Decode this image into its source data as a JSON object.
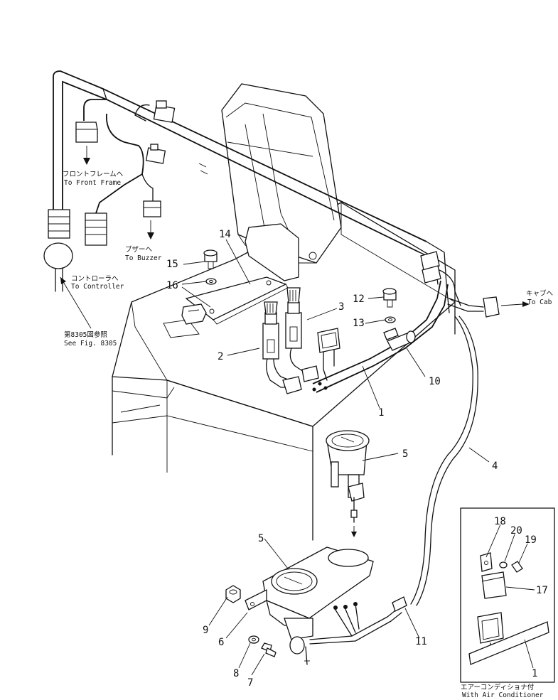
{
  "figure": {
    "labels": {
      "front_frame": {
        "jp": "フロントフレームへ",
        "en": "To Front Frame"
      },
      "buzzer": {
        "jp": "ブザーへ",
        "en": "To Buzzer"
      },
      "controller": {
        "jp": "コントローラへ",
        "en": "To Controller"
      },
      "see_fig": {
        "jp": "第8305図参照",
        "en": "See Fig. 8305"
      },
      "cab": {
        "jp": "キャブへ",
        "en": "To Cab"
      },
      "air_conditioner": {
        "jp": "エアーコンディショナ付",
        "en": "With Air Conditioner"
      }
    },
    "part_numbers": {
      "p1a": "1",
      "p1b": "1",
      "p2": "2",
      "p3": "3",
      "p4": "4",
      "p5a": "5",
      "p5b": "5",
      "p6": "6",
      "p7": "7",
      "p8": "8",
      "p9": "9",
      "p10": "10",
      "p11": "11",
      "p12": "12",
      "p13": "13",
      "p14": "14",
      "p15": "15",
      "p16": "16",
      "p17": "17",
      "p18": "18",
      "p19": "19",
      "p20": "20"
    }
  }
}
